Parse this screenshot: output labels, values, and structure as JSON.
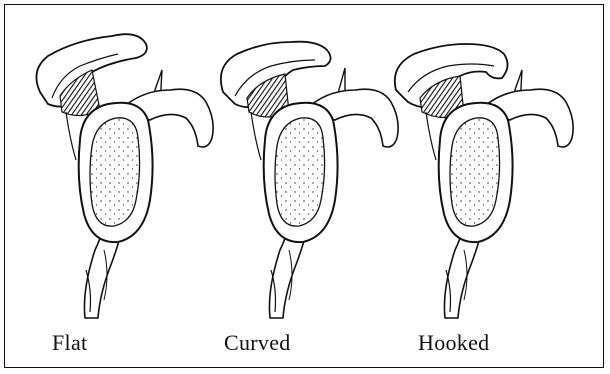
{
  "figures": [
    {
      "label": "Flat"
    },
    {
      "label": "Curved"
    },
    {
      "label": "Hooked"
    }
  ]
}
